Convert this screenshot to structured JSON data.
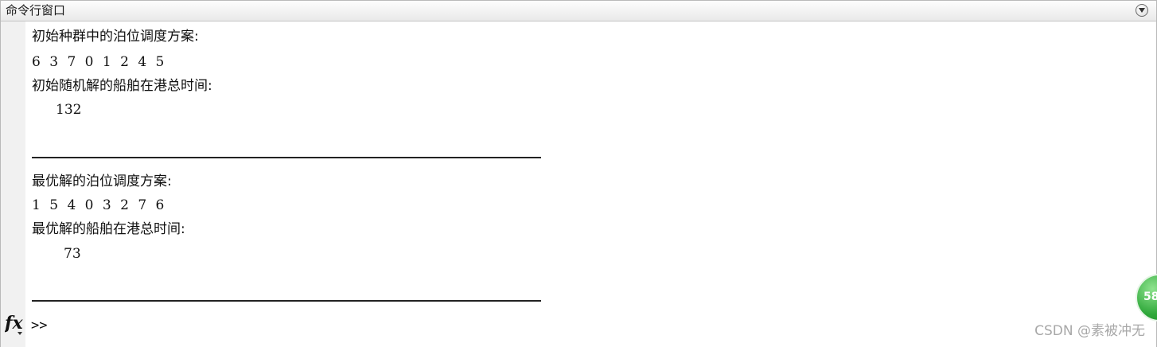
{
  "window": {
    "title": "命令行窗口",
    "menu_icon": "chevron-down-circle-icon"
  },
  "output": {
    "initial_plan_label": "初始种群中的泊位调度方案:",
    "initial_plan_values": "6 3 7 0 1 2 4 5",
    "initial_time_label": "初始随机解的船舶在港总时间:",
    "initial_time_value": "132",
    "divider_1": "----------------------------------------------------------------",
    "best_plan_label": "最优解的泊位调度方案:",
    "best_plan_values": "1 5 4 0 3 2 7 6",
    "best_time_label": "最优解的船舶在港总时间:",
    "best_time_value": "73",
    "divider_2": "----------------------------------------------------------------"
  },
  "prompt": {
    "fx_icon": "function-fx-icon",
    "symbol": ">>",
    "value": ""
  },
  "watermark": {
    "text": "CSDN @素被冲无"
  },
  "badge": {
    "text": "58",
    "color": "#2fa83a"
  },
  "colors": {
    "titlebar_top": "#fdfdfd",
    "titlebar_bottom": "#e9e9e9",
    "gutter": "#f1f1f1",
    "text": "#111111"
  }
}
